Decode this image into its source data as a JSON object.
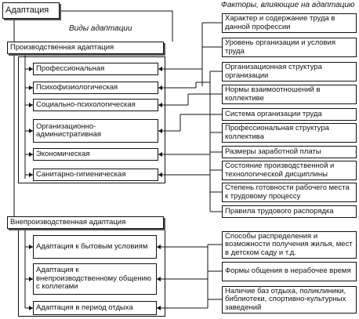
{
  "root": "Адаптация",
  "types_heading": "Виды адаптации",
  "factors_heading": "Факторы, влияющие на адаптацию",
  "production": {
    "title": "Производственная адаптация",
    "items": [
      "Профессиональная",
      "Психофизиологическая",
      "Социально-психологическая",
      "Организационно-административная",
      "Экономическая",
      "Санитарно-гигиеническая"
    ]
  },
  "nonproduction": {
    "title": "Внепроизводственная адаптация",
    "items": [
      "Адаптация к бытовым условиям",
      "Адаптация к внепроизводственному общению с коллегами",
      "Адаптация в период отдыха"
    ]
  },
  "factors": [
    "Характер и содержание труда в данной профессии",
    "Уровень организации и условия труда",
    "Организационная структура организации",
    "Нормы взаимоотношений в коллективе",
    "Система организации труда",
    "Профессиональная структура коллектива",
    "Размеры заработной платы",
    "Состояние производственной и технологической дисциплины",
    "Степень готовности рабочего места к трудовому процессу",
    "Правила трудового распорядка"
  ],
  "nonprod_factors": [
    "Способы распределения и возможности получения жилья, мест в детском саду и т.д.",
    "Формы общения в нерабочее время",
    "Наличие баз отдыха, поликлиники, библиотеки, спортивно-культурных заведений"
  ]
}
